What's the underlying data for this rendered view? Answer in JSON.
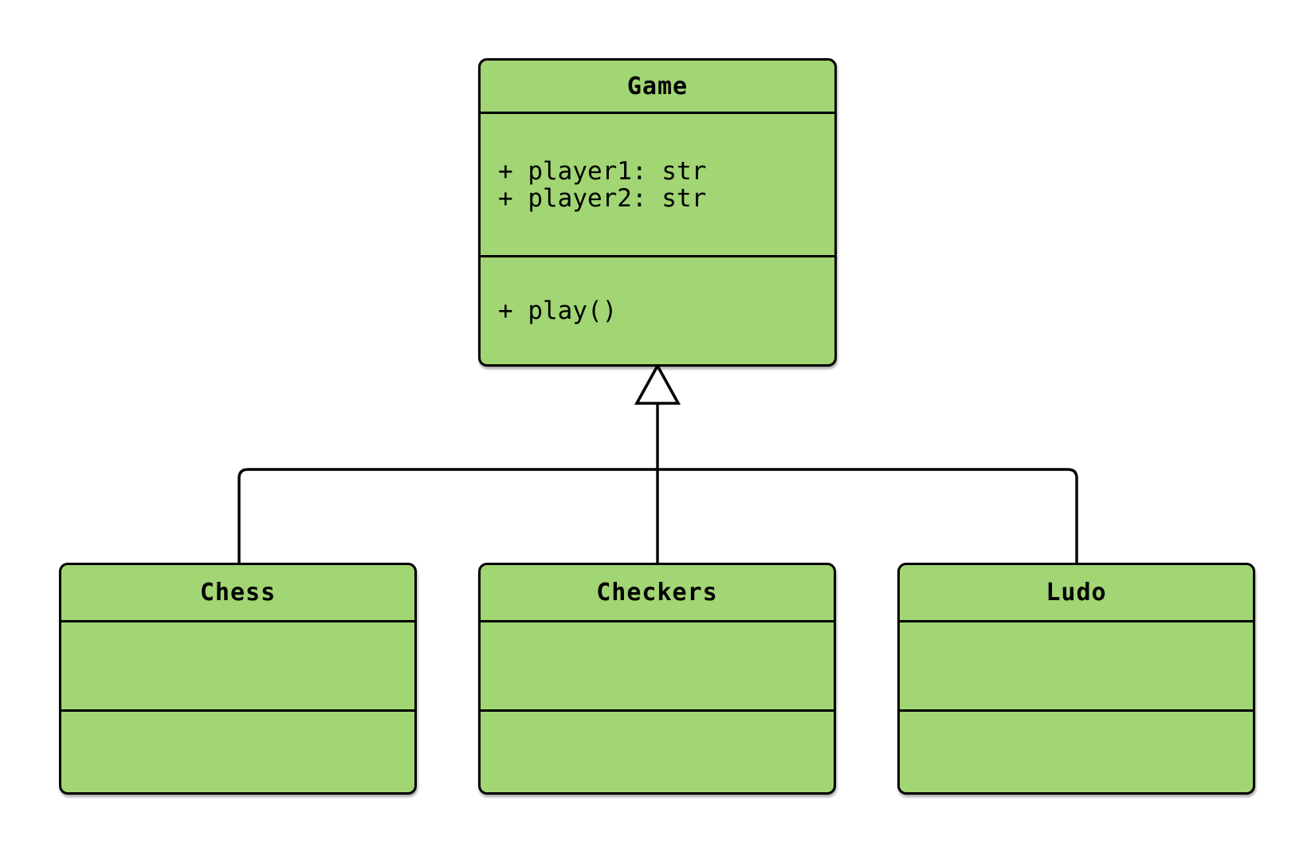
{
  "diagram": {
    "type": "uml-class-diagram",
    "colors": {
      "class_fill": "#A2D573",
      "class_border": "#000000",
      "connector": "#000000",
      "background": "#FFFFFF",
      "text": "#000000"
    },
    "classes": [
      {
        "name": "Game",
        "attributes": [
          "+ player1: str",
          "+ player2: str"
        ],
        "methods": [
          "+ play()"
        ]
      },
      {
        "name": "Chess",
        "attributes": [],
        "methods": []
      },
      {
        "name": "Checkers",
        "attributes": [],
        "methods": []
      },
      {
        "name": "Ludo",
        "attributes": [],
        "methods": []
      }
    ],
    "relationships": [
      {
        "from": "Chess",
        "to": "Game",
        "type": "inheritance"
      },
      {
        "from": "Checkers",
        "to": "Game",
        "type": "inheritance"
      },
      {
        "from": "Ludo",
        "to": "Game",
        "type": "inheritance"
      }
    ]
  }
}
